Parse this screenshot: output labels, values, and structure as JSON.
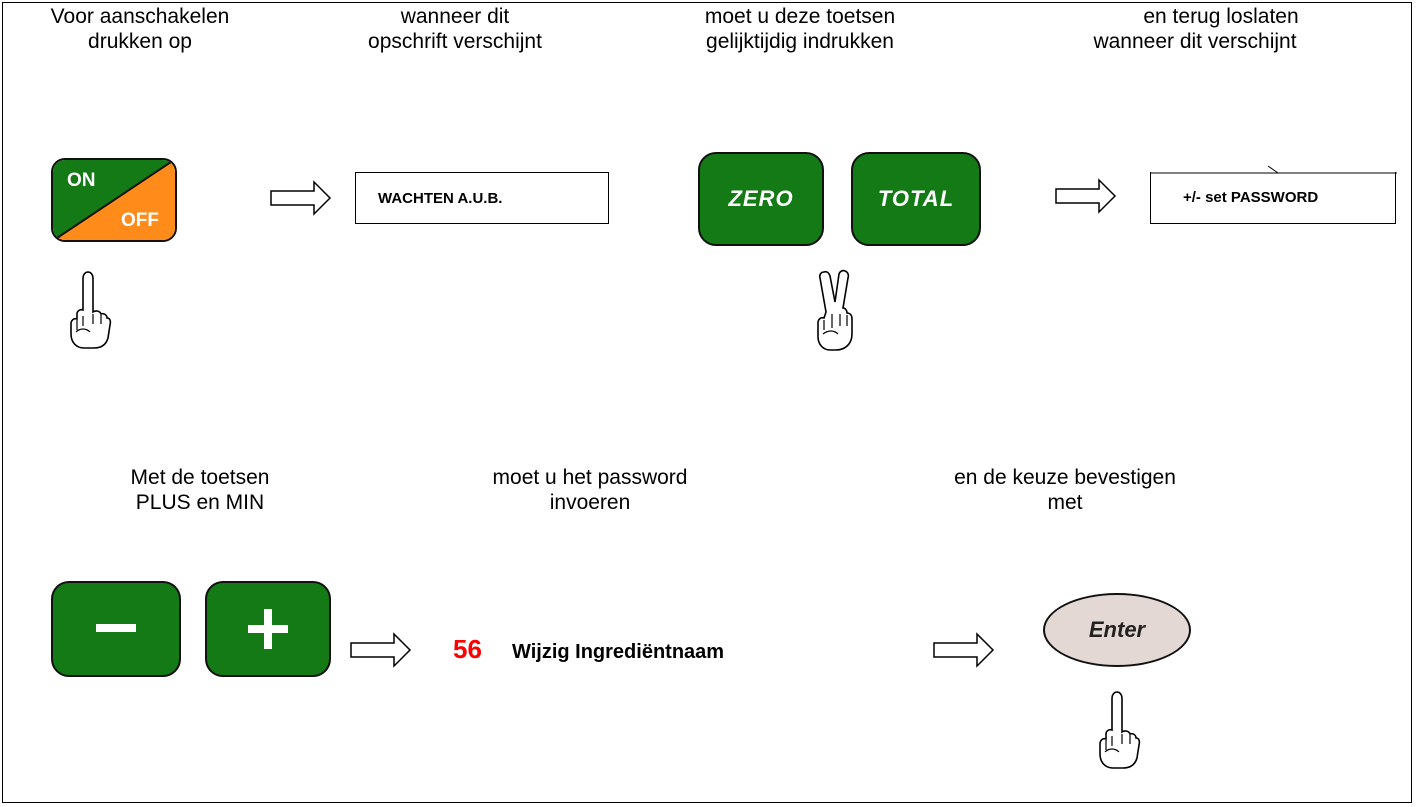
{
  "steps": {
    "step1": {
      "line1": "Voor aanschakelen",
      "line2": "drukken op"
    },
    "step2": {
      "line1": "wanneer dit",
      "line2": "opschrift verschijnt"
    },
    "step3": {
      "line1": "moet u deze toetsen",
      "line2": "gelijktijdig indrukken"
    },
    "step4": {
      "line1": "en terug loslaten",
      "line2": "wanneer dit verschijnt"
    },
    "step5": {
      "line1": "Met de toetsen",
      "line2": "PLUS en MIN"
    },
    "step6": {
      "line1": "moet u het password",
      "line2": "invoeren"
    },
    "step7": {
      "line1": "en de keuze bevestigen",
      "line2": "met"
    }
  },
  "keys": {
    "on_off": {
      "on": "ON",
      "off": "OFF"
    },
    "zero": "ZERO",
    "total": "TOTAL",
    "enter": "Enter"
  },
  "displays": {
    "wait": "WACHTEN A.U.B.",
    "password": "+/- set PASSWORD",
    "menu_number": "56",
    "menu_label": "Wijzig Ingrediëntnaam"
  },
  "colors": {
    "key_green": "#137a16",
    "key_orange": "#ff8c1a",
    "enter_gray": "#e3d8d4",
    "menu_number_red": "#ff0000"
  },
  "icons": [
    "pointing-hand-icon",
    "victory-hand-icon",
    "outline-arrow-icon",
    "minus-icon",
    "plus-icon"
  ]
}
